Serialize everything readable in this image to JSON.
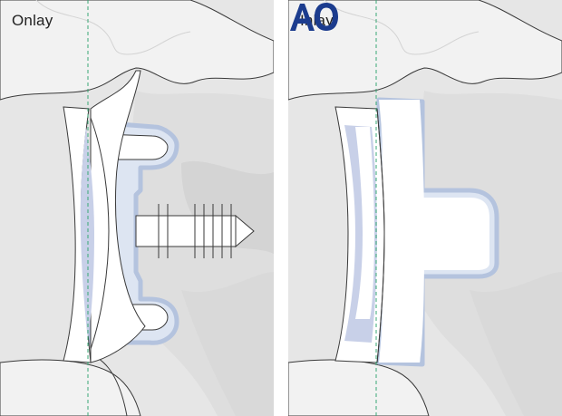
{
  "panels": [
    {
      "label": "Onlay"
    },
    {
      "label": "Inlay"
    }
  ],
  "logo": {
    "text": "AO",
    "color": "#1c3c8e"
  },
  "colors": {
    "bone_light": "#f2f2f2",
    "bone_mid": "#e6e6e6",
    "bone_shadow": "#d9d9d9",
    "outline": "#3a3a3a",
    "implant_fill": "#dde5f2",
    "implant_edge": "#b4c3de",
    "guide_line": "#3aa876"
  }
}
